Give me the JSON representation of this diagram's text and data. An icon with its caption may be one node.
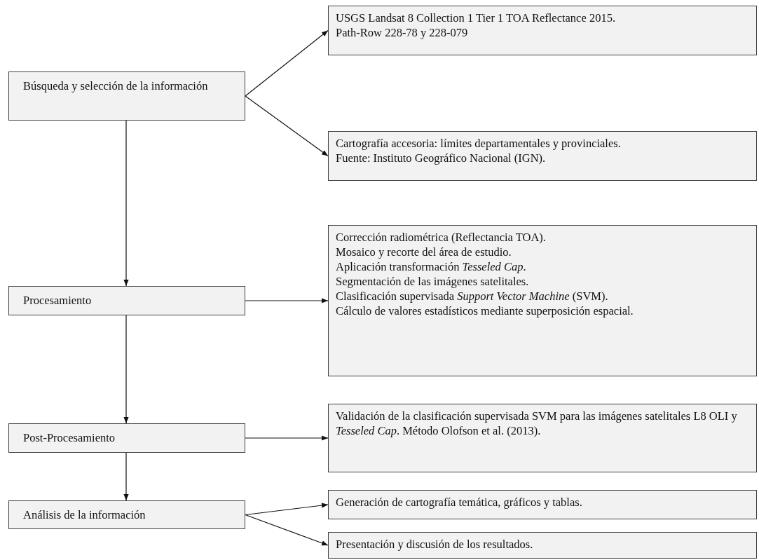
{
  "diagram": {
    "nodes": [
      {
        "text": [
          "Búsqueda y selección de la información"
        ]
      },
      {
        "text": [
          "USGS Landsat 8 Collection 1 Tier 1 TOA Reflectance 2015.",
          "Path-Row 228-78 y 228-079"
        ]
      },
      {
        "text": [
          "Cartografía accesoria: límites departamentales y provinciales.",
          "Fuente: Instituto Geográfico Nacional (IGN)."
        ]
      },
      {
        "text": [
          "Procesamiento"
        ]
      },
      {
        "text": [
          "Corrección radiométrica (Reflectancia TOA).",
          "Mosaico y recorte del área de estudio.",
          "Aplicación transformación *Tesseled Cap*.",
          "Segmentación de las imágenes satelitales.",
          "Clasificación supervisada *Support Vector Machine* (SVM).",
          "Cálculo de valores estadísticos mediante superposición espacial."
        ]
      },
      {
        "text": [
          "Post-Procesamiento"
        ]
      },
      {
        "text": [
          "Validación de la clasificación supervisada SVM para las imágenes satelitales L8 OLI y *Tesseled Cap*. Método Olofson et al. (2013)."
        ]
      },
      {
        "text": [
          "Análisis de la información"
        ]
      },
      {
        "text": [
          "Generación de cartografía temática, gráficos y tablas."
        ]
      },
      {
        "text": [
          "Presentación y discusión de los resultados."
        ]
      }
    ],
    "edges": [
      {
        "from": 0,
        "to": 1,
        "arrow": "to"
      },
      {
        "from": 0,
        "to": 2,
        "arrow": "to"
      },
      {
        "from": 0,
        "to": 3,
        "arrow": "to"
      },
      {
        "from": 3,
        "to": 4,
        "arrow": "to"
      },
      {
        "from": 3,
        "to": 5,
        "arrow": "to"
      },
      {
        "from": 5,
        "to": 6,
        "arrow": "to"
      },
      {
        "from": 5,
        "to": 7,
        "arrow": "to"
      },
      {
        "from": 7,
        "to": 8,
        "arrow": "to"
      },
      {
        "from": 7,
        "to": 9,
        "arrow": "to"
      }
    ]
  }
}
